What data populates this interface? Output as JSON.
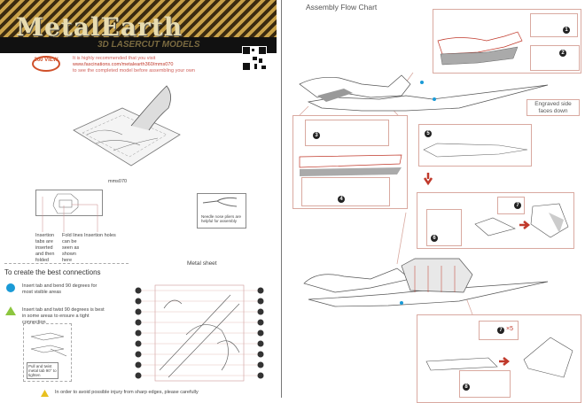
{
  "header": {
    "brand": "MetalEarth",
    "tagline": "3D LASERCUT MODELS",
    "view_badge": "360 VIEW",
    "recommend_line1": "It is highly recommended that you visit",
    "recommend_url": "www.fascinations.com/metalearth360/mms070",
    "recommend_line2": "to see the completed model before assembling your own"
  },
  "model": {
    "caption": "mms070"
  },
  "tips": {
    "insertion_tabs": "Insertion tabs are inserted and then folded",
    "fold_lines": "Fold lines can be seen as shown here",
    "insertion_holes": "Insertion holes",
    "pliers": "Needle nose pliers are helpful for assembly"
  },
  "connections": {
    "title": "To create the best connections",
    "blue_tip": "Insert tab and bend 90 degrees for most visible areas",
    "green_tip": "Insert tab and twist 90 degrees is best in some areas to ensure a tight connection",
    "pull_twist": "Pull and twist metal tab 90° to tighten"
  },
  "metal_sheet": {
    "title": "Metal sheet"
  },
  "warning": {
    "text": "In order to avoid possible injury from sharp edges, please carefully"
  },
  "flow": {
    "title": "Assembly Flow Chart",
    "engraved": "Engraved side faces down",
    "steps": [
      "1",
      "2",
      "3",
      "4",
      "5",
      "6",
      "7",
      "8"
    ],
    "multiplier": "×5"
  },
  "colors": {
    "accent": "#c0392b",
    "blue": "#1a9ad6",
    "green": "#8cc63f",
    "box": "#d9a9a0"
  }
}
